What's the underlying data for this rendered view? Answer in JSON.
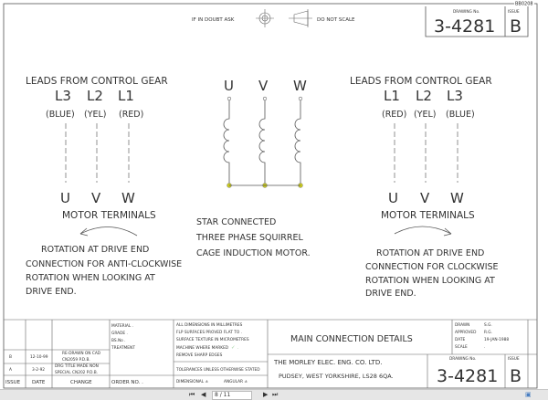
{
  "header": {
    "doubt_text": "IF IN DOUBT ASK",
    "no_scale_text": "DO NOT SCALE",
    "sheet_ref": "BB0208",
    "drawing_no_label": "DRAWING No.",
    "drawing_no": "3-4281",
    "issue_label": "ISSUE",
    "issue": "B"
  },
  "left": {
    "title": "LEADS FROM CONTROL GEAR",
    "leads": [
      "L3",
      "L2",
      "L1"
    ],
    "colors": [
      "(BLUE)",
      "(YEL)",
      "(RED)"
    ],
    "terminals": [
      "U",
      "V",
      "W"
    ],
    "terminals_label": "MOTOR TERMINALS",
    "rotation_lines": [
      "ROTATION AT DRIVE END",
      "CONNECTION FOR ANTI-CLOCKWISE",
      "ROTATION WHEN LOOKING AT",
      "DRIVE END."
    ]
  },
  "center": {
    "terminals": [
      "U",
      "V",
      "W"
    ],
    "description_lines": [
      "STAR CONNECTED",
      "THREE PHASE SQUIRREL",
      "CAGE INDUCTION MOTOR."
    ],
    "node_color": "#c8c81e"
  },
  "right": {
    "title": "LEADS FROM CONTROL GEAR",
    "leads": [
      "L1",
      "L2",
      "L3"
    ],
    "colors": [
      "(RED)",
      "(YEL)",
      "(BLUE)"
    ],
    "terminals": [
      "U",
      "V",
      "W"
    ],
    "terminals_label": "MOTOR TERMINALS",
    "rotation_lines": [
      "ROTATION AT DRIVE END",
      "CONNECTION FOR CLOCKWISE",
      "ROTATION WHEN LOOKING AT",
      "DRIVE END."
    ]
  },
  "title_block": {
    "revisions": [
      {
        "issue": "B",
        "date": "12-10-99",
        "change_1": "RE-DRAWN ON CAD",
        "change_2": "CN2059  P.D.B."
      },
      {
        "issue": "A",
        "date": "3-2-92",
        "change_1": "DRG TITLE MADE NON",
        "change_2": "SPECIAL CN202  P.D.B."
      }
    ],
    "col_issue": "ISSUE",
    "col_date": "DATE",
    "col_change": "CHANGE",
    "material": "MATERIAL  .",
    "grade": "GRADE  .",
    "bs_no": "BS.No  .",
    "treatment": "TREATMENT",
    "order_no": "ORDER NO. .",
    "notes": [
      "ALL DIMENSIONS IN MILLIMETRES",
      "FLP SURFACES PROVED FLAT TO  .",
      "SURFACE TEXTURE IN MICROMETRES",
      "MACHINE WHERE MARKED",
      "REMOVE SHARP EDGES"
    ],
    "check_mark": "✓ .",
    "tolerances": "TOLERANCES UNLESS OTHERWISE STATED",
    "dimensional": "DIMENSIONAL ±",
    "angular": "ANGULAR ±",
    "title": "MAIN CONNECTION DETAILS",
    "drawn_label": "DRAWN",
    "drawn": "S.G.",
    "approved_label": "APPROVED",
    "approved": "R.G.",
    "date_label": "DATE",
    "date": "19-JAN-1988",
    "scale_label": "SCALE",
    "scale": ".",
    "company_1": "THE MORLEY ELEC. ENG. CO. LTD.",
    "company_2": "PUDSEY, WEST YORKSHIRE, LS28 6QA.",
    "drawing_no_label": "DRAWING No.",
    "drawing_no": "3-4281",
    "issue_label": "ISSUE",
    "issue": "B"
  },
  "toolbar": {
    "page_indicator": "8 / 11"
  }
}
